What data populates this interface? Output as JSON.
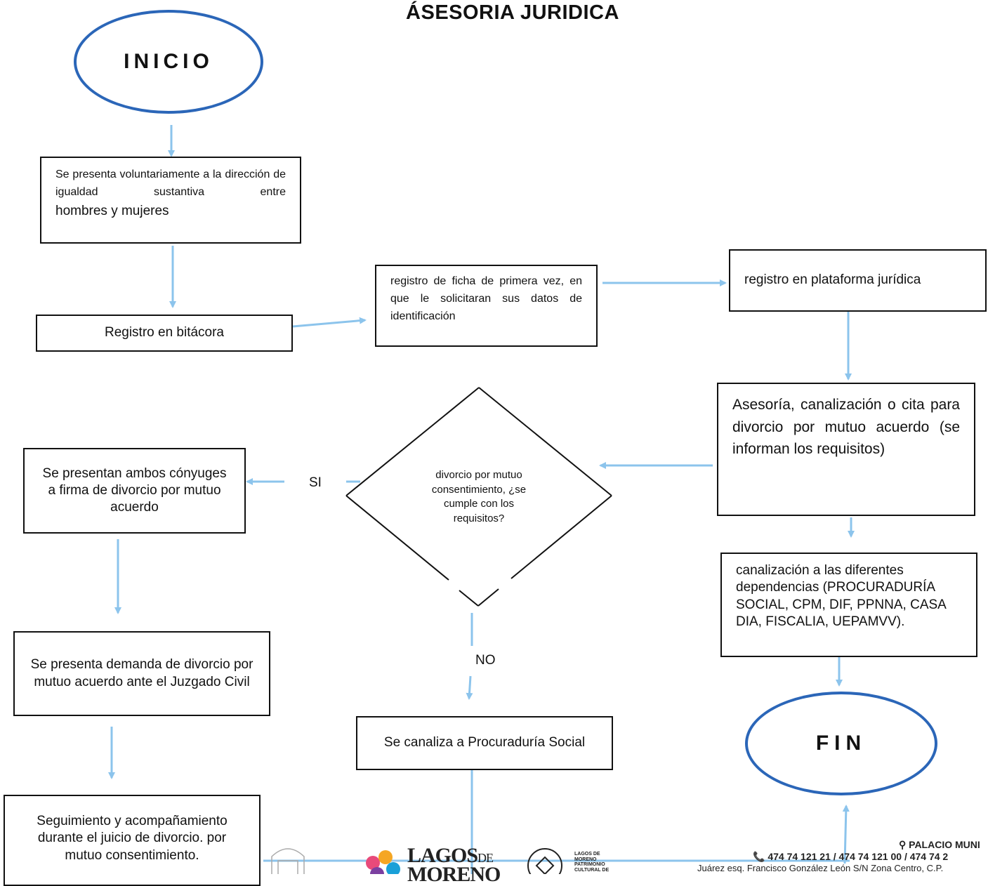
{
  "title": "ÁSESORIA JURIDICA",
  "nodes": {
    "inicio": "INICIO",
    "presenta": "Se presenta voluntariamente a la dirección de igualdad sustantiva entre",
    "presenta_2": "hombres y mujeres",
    "bitacora": "Registro en bitácora",
    "ficha": "registro de ficha de primera vez, en que le solicitaran sus datos de identificación",
    "plataforma": "registro en plataforma jurídica",
    "asesoria": "Asesoría, canalización o cita para divorcio por mutuo acuerdo (se informan los requisitos)",
    "decision": "divorcio por mutuo consentimiento, ¿se cumple con los requisitos?",
    "ambos": "Se presentan ambos cónyuges a firma de divorcio por mutuo acuerdo",
    "demanda": "Se presenta demanda de divorcio por mutuo acuerdo ante el Juzgado Civil",
    "seguimiento": "Seguimiento y acompañamiento durante el juicio de divorcio. por mutuo consentimiento.",
    "procuraduria": "Se canaliza a Procuraduría Social",
    "canalizacion": "canalización a las diferentes dependencias (PROCURADURÍA SOCIAL, CPM, DIF, PPNNA, CASA DIA, FISCALIA, UEPAMVV).",
    "fin": "FIN"
  },
  "edge_labels": {
    "yes": "SI",
    "no": "NO"
  },
  "footer": {
    "logo_lagos": "LAGOS",
    "logo_de": "DE",
    "logo_moreno": "MORENO",
    "heritage_text": "LAGOS DE MORENO PATRIMONIO CULTURAL DE",
    "place": "⚲ PALACIO MUNI",
    "phones": "📞 474 74 121 21 / 474 74 121 00 / 474 74 2",
    "address": "Juárez esq. Francisco González León S/N Zona Centro, C.P."
  },
  "colors": {
    "arrow": "#8cc4ec",
    "oval_border": "#2b66b8",
    "box_border": "#111111"
  }
}
